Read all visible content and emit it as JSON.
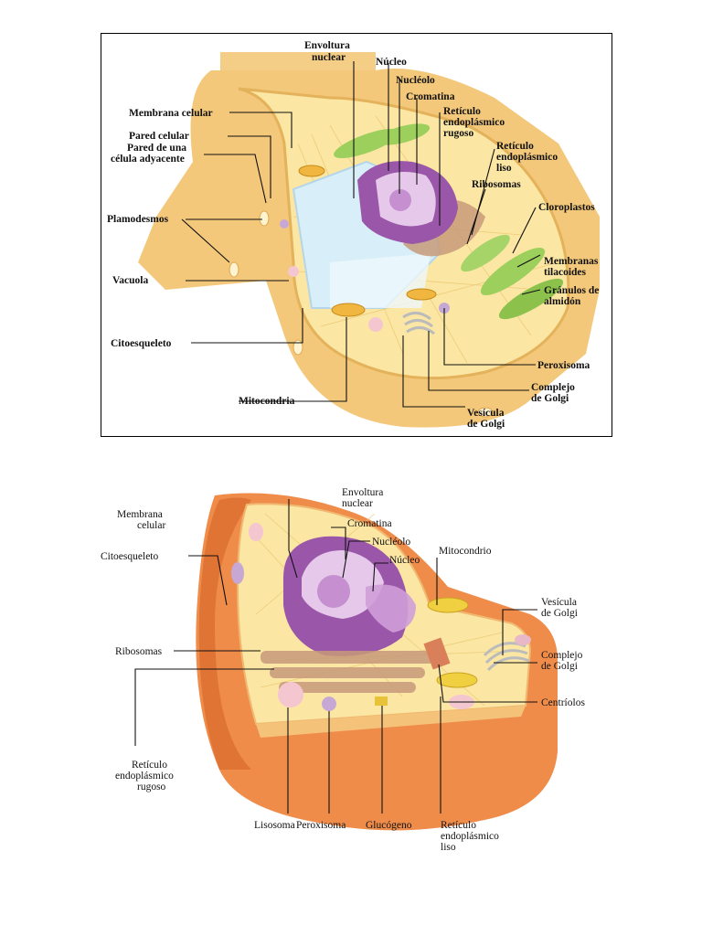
{
  "plant_cell": {
    "labels": {
      "envoltura_nuclear": [
        "Envoltura",
        "nuclear"
      ],
      "nucleo": [
        "Núcleo"
      ],
      "nucleolo": [
        "Nucléolo"
      ],
      "cromatina": [
        "Cromatina"
      ],
      "reticulo_rugoso": [
        "Retículo",
        "endoplásmico",
        "rugoso"
      ],
      "reticulo_liso": [
        "Retículo",
        "endoplásmico",
        "liso"
      ],
      "ribosomas": [
        "Ribosomas"
      ],
      "cloroplastos": [
        "Cloroplastos"
      ],
      "membranas_tilacoides": [
        "Membranas",
        "tilacoides"
      ],
      "granulos_almidon": [
        "Gránulos de",
        "almidón"
      ],
      "peroxisoma": [
        "Peroxisoma"
      ],
      "complejo_golgi": [
        "Complejo",
        "de Golgi"
      ],
      "vesicula_golgi": [
        "Vesícula",
        "de Golgi"
      ],
      "mitocondria": [
        "Mitocondria"
      ],
      "citoesqueleto": [
        "Citoesqueleto"
      ],
      "vacuola": [
        "Vacuola"
      ],
      "plamodesmos": [
        "Plamodesmos"
      ],
      "pared_adyacente": [
        "Pared de una",
        "célula adyacente"
      ],
      "pared_celular": [
        "Pared celular"
      ],
      "membrana_celular": [
        "Membrana celular"
      ]
    }
  },
  "animal_cell": {
    "labels": {
      "membrana_celular": [
        "Membrana",
        "celular"
      ],
      "citoesqueleto": [
        "Citoesqueleto"
      ],
      "envoltura_nuclear": [
        "Envoltura",
        "nuclear"
      ],
      "cromatina": [
        "Cromatina"
      ],
      "nucleolo": [
        "Nucléolo"
      ],
      "nucleo": [
        "Núcleo"
      ],
      "mitocondrio": [
        "Mitocondrio"
      ],
      "vesicula_golgi": [
        "Vesícula",
        "de Golgi"
      ],
      "complejo_golgi": [
        "Complejo",
        "de Golgi"
      ],
      "centriolos": [
        "Centríolos"
      ],
      "ribosomas": [
        "Ribosomas"
      ],
      "reticulo_rugoso": [
        "Retículo",
        "endoplásmico",
        "rugoso"
      ],
      "lisosoma": [
        "Lisosoma"
      ],
      "peroxisoma": [
        "Peroxisoma"
      ],
      "glucogeno": [
        "Glucógeno"
      ],
      "reticulo_liso": [
        "Retículo",
        "endoplásmico",
        "liso"
      ]
    }
  },
  "colors": {
    "cell_wall": "#f3c87a",
    "cytoplasm": "#fbe6a4",
    "nucleus": "#9a56a8",
    "nucleus_inner": "#e6c9ea",
    "chloroplast": "#9ccf5c",
    "vacuole": "#d8eef8",
    "animal_membrane": "#ef8c4a",
    "animal_membrane_dark": "#d96a2c",
    "er": "#c79a7a"
  }
}
